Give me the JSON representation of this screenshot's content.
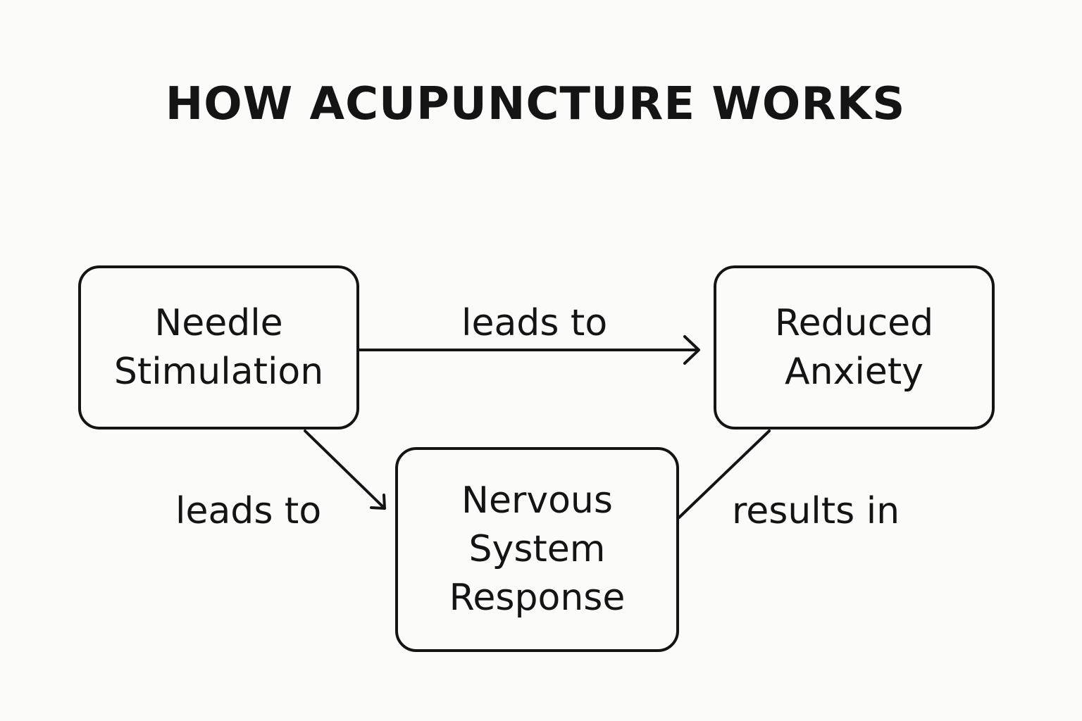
{
  "diagram": {
    "title": "HOW ACUPUNCTURE WORKS",
    "nodes": {
      "needle": "Needle\nStimulation",
      "anxiety": "Reduced\nAnxiety",
      "nervous": "Nervous\nSystem\nResponse"
    },
    "edges": {
      "needle_to_anxiety": "leads to",
      "needle_to_nervous": "leads to",
      "nervous_to_anxiety": "results in"
    },
    "colors": {
      "background": "#fbfbf9",
      "stroke": "#141414"
    }
  }
}
